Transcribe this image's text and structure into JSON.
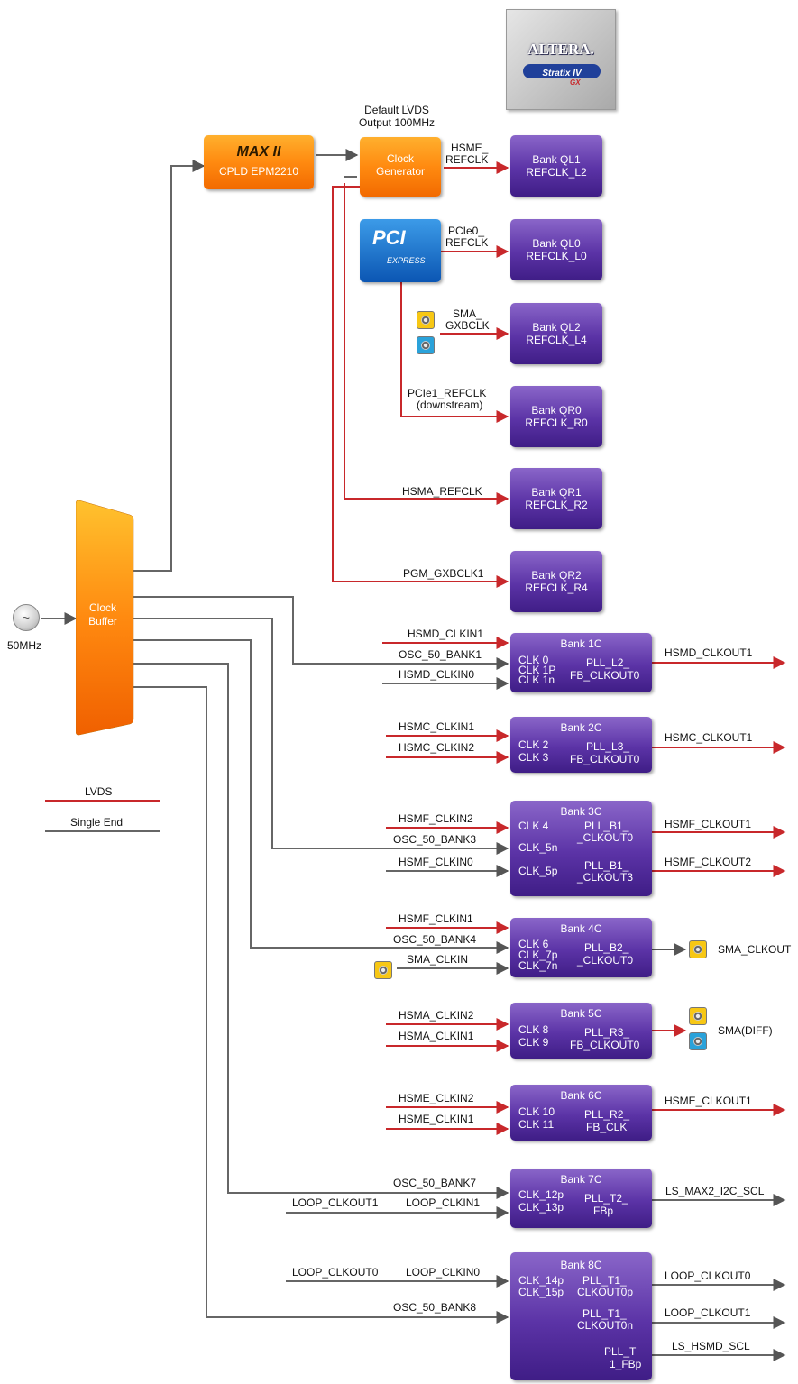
{
  "logo": {
    "brand": "ALTERA.",
    "product": "Stratix IV",
    "suffix": "GX"
  },
  "oscillator": {
    "label": "50MHz"
  },
  "clock_buffer": {
    "line1": "Clock",
    "line2": "Buffer"
  },
  "max2": {
    "brand": "MAX II",
    "label": "CPLD EPM2210"
  },
  "clock_gen": {
    "line1": "Clock",
    "line2": "Generator",
    "note1": "Default LVDS",
    "note2": "Output 100MHz"
  },
  "pcie": {
    "big": "PCI",
    "small": "EXPRESS"
  },
  "legend": {
    "lvds": "LVDS",
    "single": "Single End"
  },
  "colors": {
    "lvds": "#c8282b",
    "single_end": "#666666",
    "bank": "#5b33a6",
    "buffer": "#ff8a10"
  },
  "top_banks": [
    {
      "n1": "Bank QL1",
      "n2": "REFCLK_L2",
      "sig1": "HSME_",
      "sig2": "REFCLK"
    },
    {
      "n1": "Bank QL0",
      "n2": "REFCLK_L0",
      "sig1": "PCIe0_",
      "sig2": "REFCLK"
    },
    {
      "n1": "Bank QL2",
      "n2": "REFCLK_L4",
      "sig1": "SMA_",
      "sig2": "GXBCLK"
    },
    {
      "n1": "Bank QR0",
      "n2": "REFCLK_R0",
      "sig1": "PCIe1_REFCLK",
      "sig2": "(downstream)"
    },
    {
      "n1": "Bank QR1",
      "n2": "REFCLK_R2",
      "sig1": "HSMA_REFCLK"
    },
    {
      "n1": "Bank QR2",
      "n2": "REFCLK_R4",
      "sig1": "PGM_GXBCLK1"
    }
  ],
  "banks": {
    "b1c": {
      "title": "Bank 1C",
      "clk": [
        "CLK 0",
        "CLK 1P",
        "CLK 1n"
      ],
      "pll": [
        "PLL_L2_",
        "FB_CLKOUT0"
      ],
      "in": [
        "HSMD_CLKIN1",
        "OSC_50_BANK1",
        "HSMD_CLKIN0"
      ],
      "out": [
        "HSMD_CLKOUT1"
      ]
    },
    "b2c": {
      "title": "Bank 2C",
      "clk": [
        "CLK 2",
        "CLK 3"
      ],
      "pll": [
        "PLL_L3_",
        "FB_CLKOUT0"
      ],
      "in": [
        "HSMC_CLKIN1",
        "HSMC_CLKIN2"
      ],
      "out": [
        "HSMC_CLKOUT1"
      ]
    },
    "b3c": {
      "title": "Bank 3C",
      "clk": [
        "CLK 4",
        "CLK_5n",
        "CLK_5p"
      ],
      "pll": [
        "PLL_B1_",
        "_CLKOUT0",
        "PLL_B1_",
        "_CLKOUT3"
      ],
      "in": [
        "HSMF_CLKIN2",
        "OSC_50_BANK3",
        "HSMF_CLKIN0"
      ],
      "out": [
        "HSMF_CLKOUT1",
        "HSMF_CLKOUT2"
      ]
    },
    "b4c": {
      "title": "Bank 4C",
      "clk": [
        "CLK 6",
        "CLK_7p",
        "CLK_7n"
      ],
      "pll": [
        "PLL_B2_",
        "_CLKOUT0"
      ],
      "in": [
        "HSMF_CLKIN1",
        "OSC_50_BANK4",
        "SMA_CLKIN"
      ],
      "out": [
        "SMA_CLKOUT"
      ]
    },
    "b5c": {
      "title": "Bank 5C",
      "clk": [
        "CLK 8",
        "CLK 9"
      ],
      "pll": [
        "PLL_R3_",
        "FB_CLKOUT0"
      ],
      "in": [
        "HSMA_CLKIN2",
        "HSMA_CLKIN1"
      ],
      "out": [
        "SMA(DIFF)"
      ]
    },
    "b6c": {
      "title": "Bank 6C",
      "clk": [
        "CLK 10",
        "CLK 11"
      ],
      "pll": [
        "PLL_R2_",
        "FB_CLK"
      ],
      "in": [
        "HSME_CLKIN2",
        "HSME_CLKIN1"
      ],
      "out": [
        "HSME_CLKOUT1"
      ]
    },
    "b7c": {
      "title": "Bank 7C",
      "clk": [
        "CLK_12p",
        "CLK_13p"
      ],
      "pll": [
        "PLL_T2_",
        "FBp"
      ],
      "in": [
        "OSC_50_BANK7",
        "LOOP_CLKIN1",
        "LOOP_CLKOUT1"
      ],
      "out": [
        "LS_MAX2_I2C_SCL"
      ]
    },
    "b8c": {
      "title": "Bank 8C",
      "clk": [
        "CLK_14p",
        "CLK_15p"
      ],
      "pll": [
        "PLL_T1_",
        "CLKOUT0p",
        "PLL_T1_",
        "CLKOUT0n",
        "PLL_T",
        "1_FBp"
      ],
      "in": [
        "LOOP_CLKOUT0",
        "LOOP_CLKIN0",
        "OSC_50_BANK8"
      ],
      "out": [
        "LOOP_CLKOUT0",
        "LOOP_CLKOUT1",
        "LS_HSMD_SCL"
      ]
    }
  }
}
